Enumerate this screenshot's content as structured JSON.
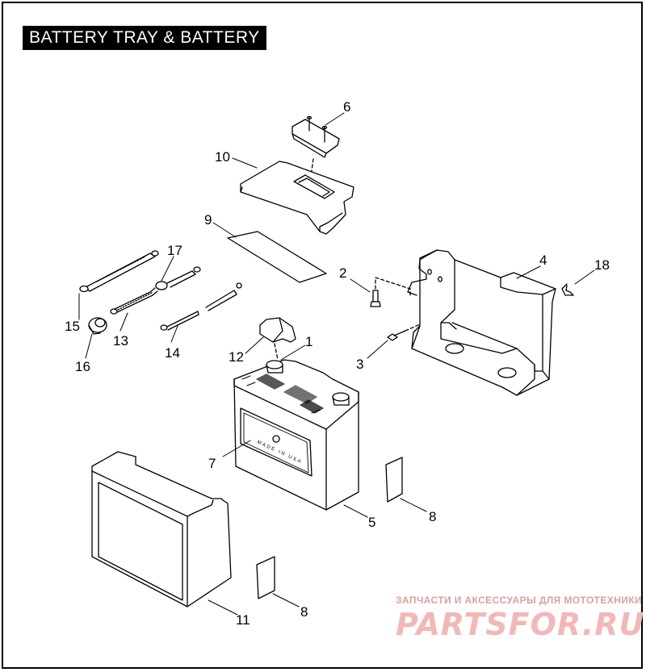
{
  "title": "BATTERY TRAY & BATTERY",
  "battery_label": "MADE IN USA",
  "callouts": {
    "c1": "1",
    "c2": "2",
    "c3": "3",
    "c4": "4",
    "c5": "5",
    "c6": "6",
    "c7": "7",
    "c8a": "8",
    "c8b": "8",
    "c9": "9",
    "c10": "10",
    "c11": "11",
    "c12": "12",
    "c13": "13",
    "c14": "14",
    "c15": "15",
    "c16": "16",
    "c17": "17",
    "c18": "18"
  },
  "watermark": {
    "tagline": "ЗАПЧАСТИ И АКСЕССУАРЫ ДЛЯ МОТОТЕХНИКИ",
    "logo": "PARTSFOR.RU"
  }
}
